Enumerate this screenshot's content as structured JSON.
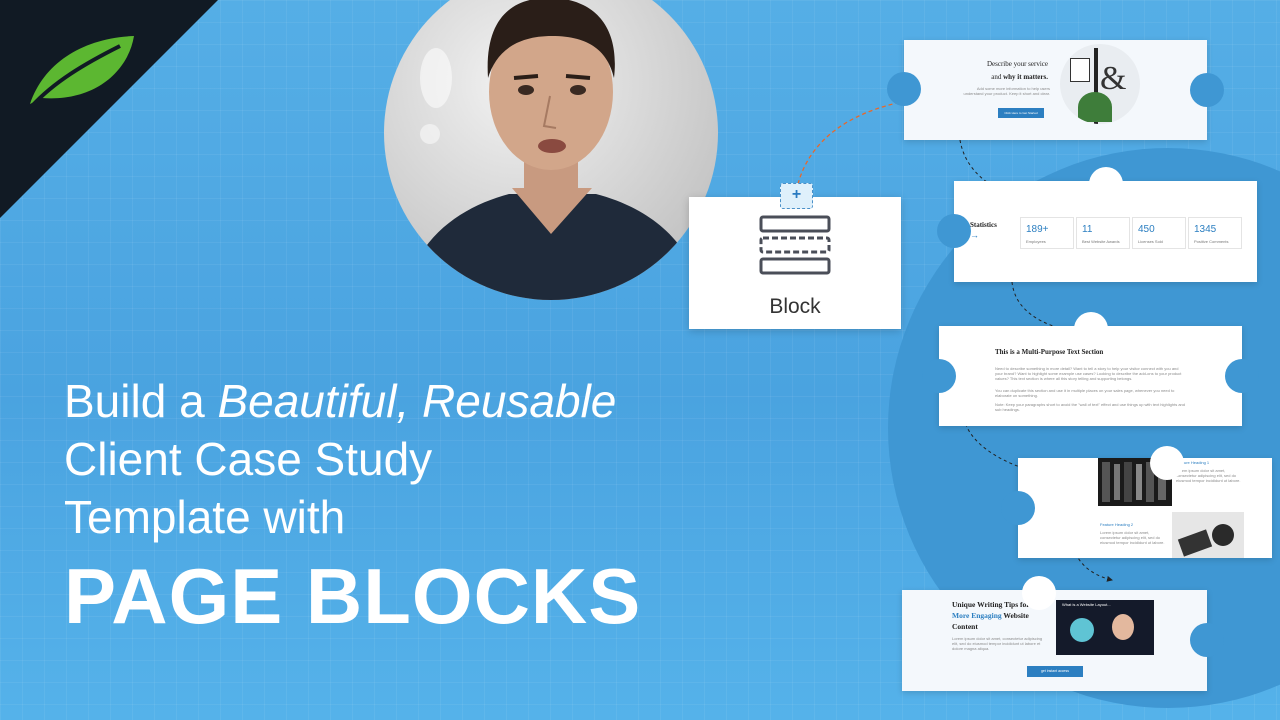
{
  "headline": {
    "line1_pre": "Build a ",
    "line1_em": "Beautiful, Reusable",
    "line2": "Client Case Study",
    "line3": "Template with",
    "line4": "PAGE BLOCKS"
  },
  "block": {
    "label": "Block",
    "plus": "+"
  },
  "cards": {
    "service": {
      "title_line1": "Describe your service",
      "title_line2_pre": "and ",
      "title_line2_bold": "why it matters.",
      "body": "Add some more information to help users understand your product. Keep it short and clear.",
      "button": "Click Here to Get Started",
      "ampersand": "&"
    },
    "stats": {
      "title": "Statistics",
      "arrow": "→",
      "items": [
        {
          "number": "189+",
          "label": "Employees"
        },
        {
          "number": "11",
          "label": "Best Website Awards"
        },
        {
          "number": "450",
          "label": "Licenses Sold"
        },
        {
          "number": "1345",
          "label": "Positive Comments"
        }
      ]
    },
    "text": {
      "title": "This is a Multi-Purpose Text Section",
      "p1": "Need to describe something in more detail? Want to tell a story to help your visitor connect with you and your brand? Want to highlight some example use cases? Looking to describe the add-ons to your product values? This text section is where all this story telling and supporting belongs.",
      "p2": "You can duplicate this section and use it in multiple places on your sales page, whenever you need to elaborate on something.",
      "p3": "Note: Keep your paragraphs short to avoid the \"wall of text\" effect and use things up with text highlights and sub headings."
    },
    "features": {
      "f1_title": "Feature Heading 1",
      "f1_body": "Lorem ipsum dolor sit amet, consectetur adipiscing elit, sed do eiusmod tempor incididunt ut labore.",
      "f2_title": "Feature Heading 2",
      "f2_body": "Lorem ipsum dolor sit amet, consectetur adipiscing elit, sed do eiusmod tempor incididunt ut labore."
    },
    "video": {
      "title_line1": "Unique Writing Tips for",
      "title_highlight": "More Engaging",
      "title_line2_rest": " Website",
      "title_line3": "Content",
      "body": "Lorem ipsum dolor sit amet, consectetur adipiscing elit, sed do eiusmod tempor incididunt ut labore et dolore magna aliqua.",
      "button": "get instant access",
      "video_title": "What is a Website Layout..."
    }
  },
  "colors": {
    "background": "#4aa3e0",
    "corner": "#111a24",
    "leaf": "#5cb731",
    "accent_blue": "#2c7fc1",
    "arrow_orange": "#e8682a"
  }
}
